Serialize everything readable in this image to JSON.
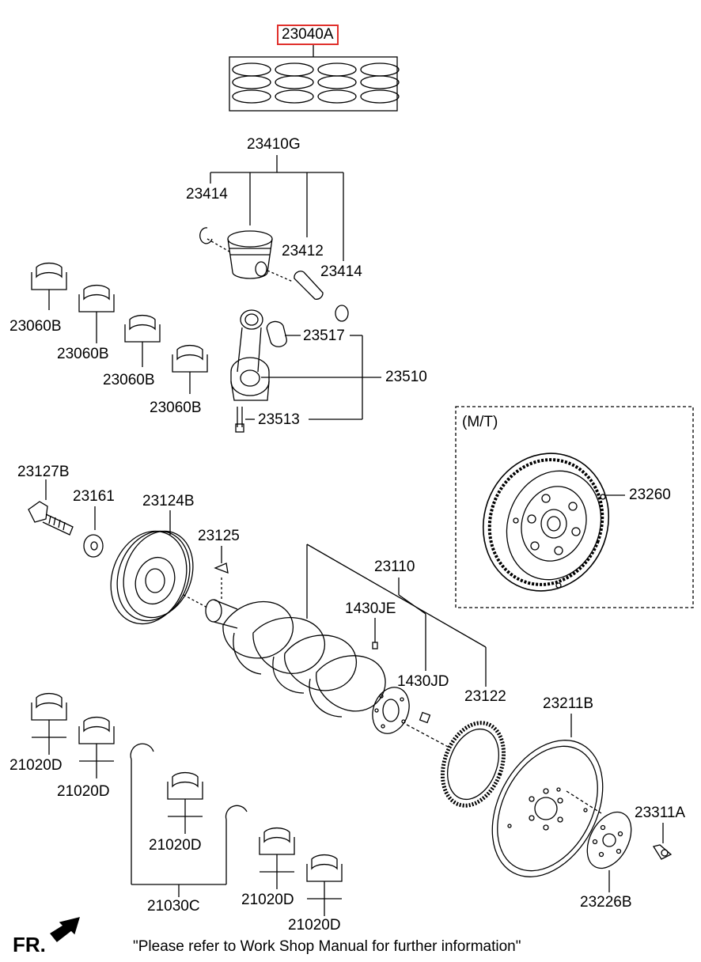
{
  "labels": {
    "p23040A": "23040A",
    "p23410G": "23410G",
    "p23414a": "23414",
    "p23412": "23412",
    "p23414b": "23414",
    "p23060B_1": "23060B",
    "p23060B_2": "23060B",
    "p23060B_3": "23060B",
    "p23060B_4": "23060B",
    "p23517": "23517",
    "p23510": "23510",
    "p23513": "23513",
    "mt": "(M/T)",
    "p23260": "23260",
    "p23127B": "23127B",
    "p23161": "23161",
    "p23124B": "23124B",
    "p23125": "23125",
    "p23110": "23110",
    "p1430JE": "1430JE",
    "p1430JD": "1430JD",
    "p23122": "23122",
    "p23211B": "23211B",
    "p23311A": "23311A",
    "p23226B": "23226B",
    "p21020D_1": "21020D",
    "p21020D_2": "21020D",
    "p21020D_3": "21020D",
    "p21020D_4": "21020D",
    "p21020D_5": "21020D",
    "p21030C": "21030C",
    "fr": "FR.",
    "note": "\"Please refer to Work Shop Manual for further information\""
  },
  "highlight_color": "#e0302c"
}
